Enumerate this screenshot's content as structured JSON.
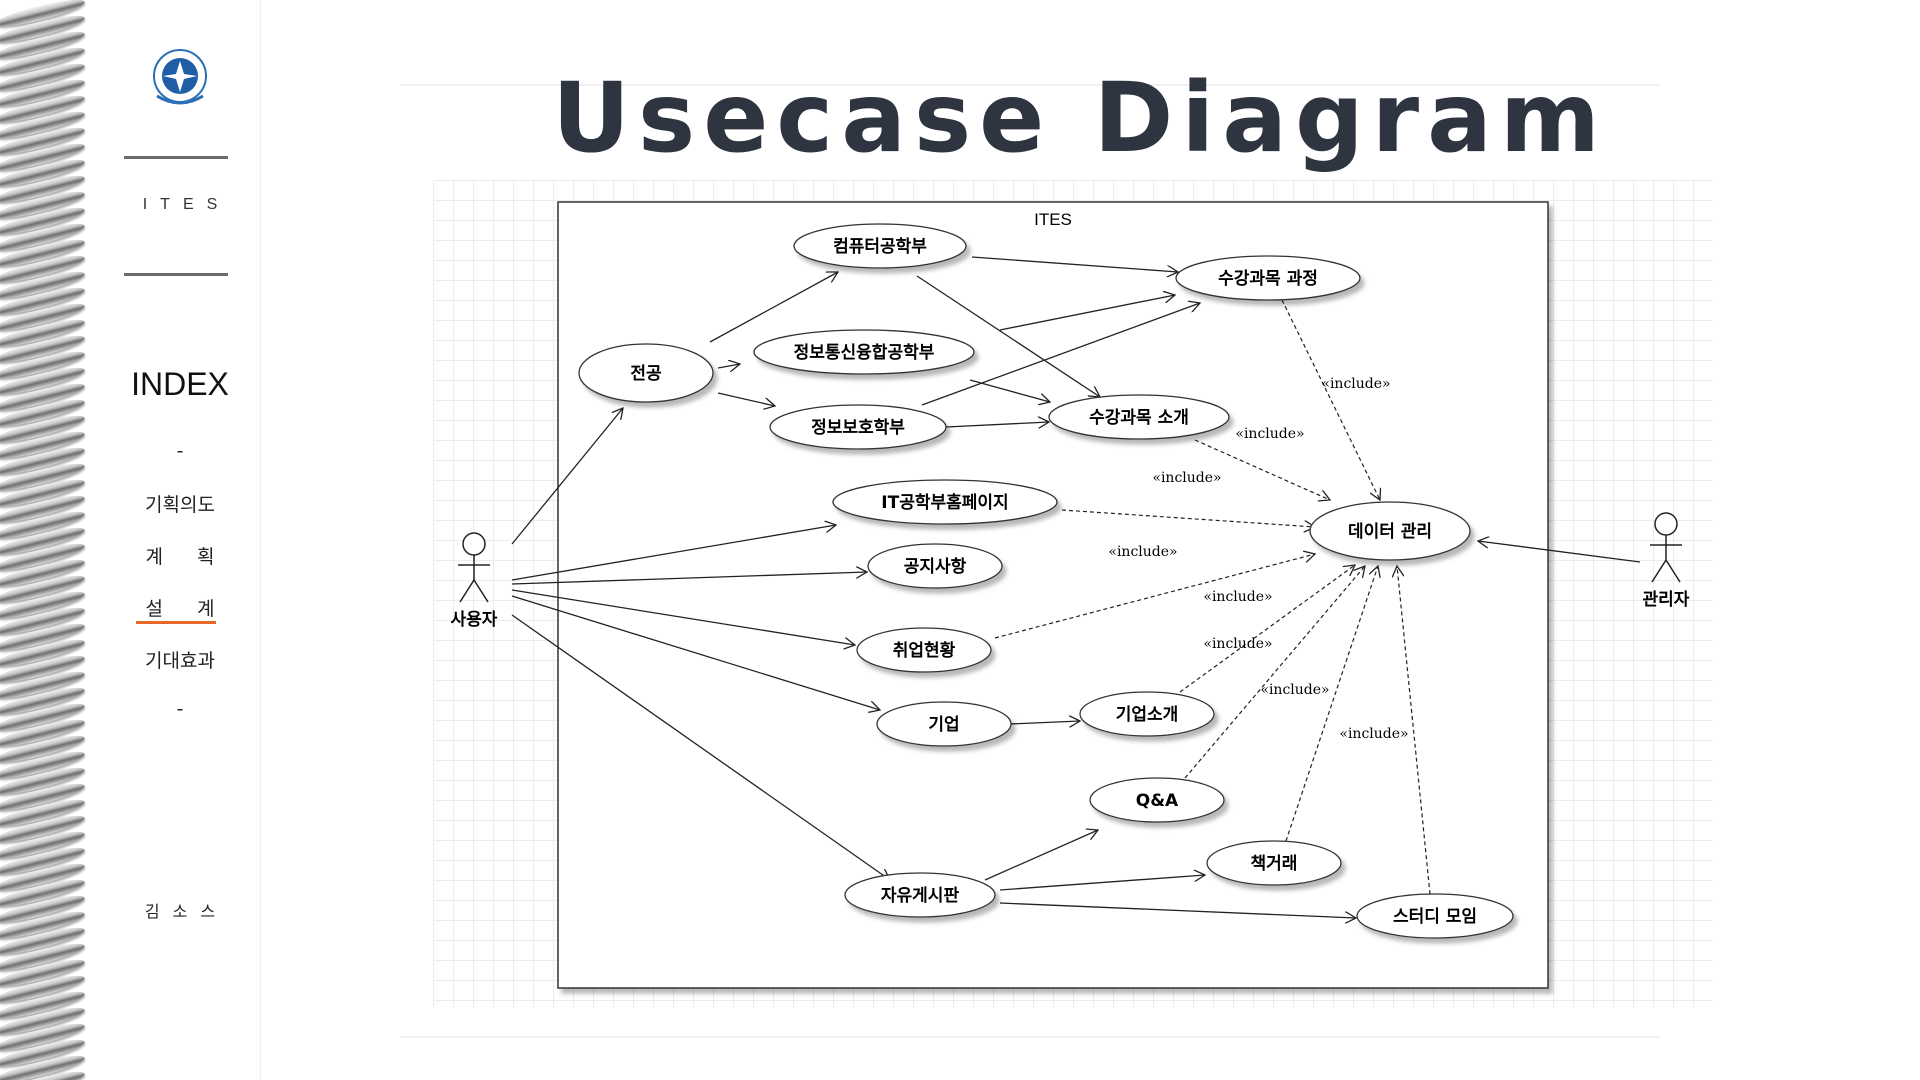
{
  "app_name": "ITES",
  "sidebar": {
    "index_title": "INDEX",
    "separator_top": "-",
    "separator_bottom": "-",
    "menu": [
      {
        "label": "기획의도"
      },
      {
        "label": "계획"
      },
      {
        "label": "설계",
        "active": true
      },
      {
        "label": "기대효과"
      }
    ],
    "author": "김소스",
    "accent_color": "#e8682b"
  },
  "slide": {
    "title": "Usecase Diagram"
  },
  "diagram": {
    "system_name": "ITES",
    "actors": [
      {
        "id": "user",
        "label": "사용자"
      },
      {
        "id": "admin",
        "label": "관리자"
      }
    ],
    "usecases": [
      {
        "id": "cse",
        "label": "컴퓨터공학부"
      },
      {
        "id": "course_process",
        "label": "수강과목 과정"
      },
      {
        "id": "major",
        "label": "전공"
      },
      {
        "id": "ict",
        "label": "정보통신융합공학부"
      },
      {
        "id": "infosec",
        "label": "정보보호학부"
      },
      {
        "id": "course_intro",
        "label": "수강과목 소개"
      },
      {
        "id": "it_home",
        "label": "IT공학부홈페이지"
      },
      {
        "id": "data_mgmt",
        "label": "데이터 관리"
      },
      {
        "id": "notice",
        "label": "공지사항"
      },
      {
        "id": "jobs",
        "label": "취업현황"
      },
      {
        "id": "company",
        "label": "기업"
      },
      {
        "id": "company_intro",
        "label": "기업소개"
      },
      {
        "id": "qna",
        "label": "Q&A"
      },
      {
        "id": "free_board",
        "label": "자유게시판"
      },
      {
        "id": "book_trade",
        "label": "책거래"
      },
      {
        "id": "study_group",
        "label": "스터디 모임"
      }
    ],
    "include_label": "«include»"
  }
}
